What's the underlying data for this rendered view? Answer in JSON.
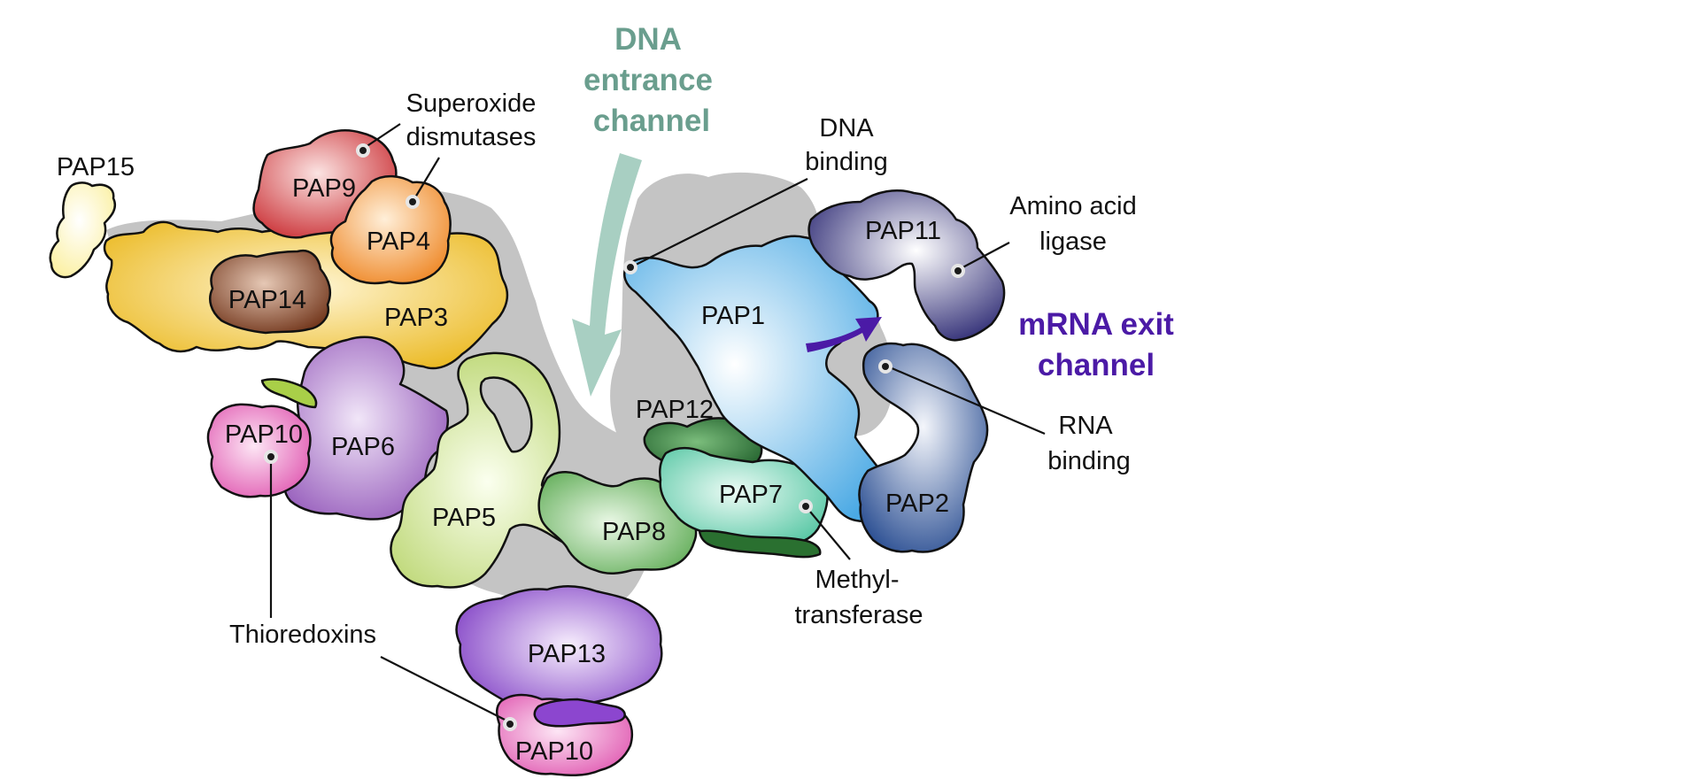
{
  "subunits": [
    {
      "label": "PAP15",
      "color": "#fdf3a8"
    },
    {
      "label": "PAP9",
      "color": "#d1373b"
    },
    {
      "label": "PAP4",
      "color": "#f4932c"
    },
    {
      "label": "PAP14",
      "color": "#8a4623"
    },
    {
      "label": "PAP3",
      "color": "#f2c226"
    },
    {
      "label": "PAP10",
      "color": "#e86bbb"
    },
    {
      "label": "PAP6",
      "color": "#a66cc6"
    },
    {
      "label": "PAP5",
      "color": "#c4de7c"
    },
    {
      "label": "PAP8",
      "color": "#7cc36e"
    },
    {
      "label": "PAP12",
      "color": "#2f7a38"
    },
    {
      "label": "PAP7",
      "color": "#6fd4b5"
    },
    {
      "label": "PAP1",
      "color": "#65b8ea"
    },
    {
      "label": "PAP11",
      "color": "#3c3893"
    },
    {
      "label": "PAP2",
      "color": "#3a67b5"
    },
    {
      "label": "PAP13",
      "color": "#8c46cf"
    },
    {
      "label": "PAP10",
      "color": "#e86bbb"
    }
  ],
  "annotations": {
    "superoxide": [
      "Superoxide",
      "dismutases"
    ],
    "dna_binding": [
      "DNA",
      "binding"
    ],
    "amino_acid": [
      "Amino acid",
      "ligase"
    ],
    "rna_binding": [
      "RNA",
      "binding"
    ],
    "methyl": [
      "Methyl-",
      "transferase"
    ],
    "thioredoxins": [
      "Thioredoxins"
    ]
  },
  "channels": {
    "dna_entrance": {
      "lines": [
        "DNA",
        "entrance",
        "channel"
      ],
      "color": "#6a9e8e"
    },
    "mrna_exit": {
      "lines": [
        "mRNA exit",
        "channel"
      ],
      "color": "#4b1aa6"
    }
  },
  "colors": {
    "scaffold": "#c4c4c4",
    "dna_arrow": "#a8cfc2",
    "mrna_arrow": "#4b1aa6"
  }
}
